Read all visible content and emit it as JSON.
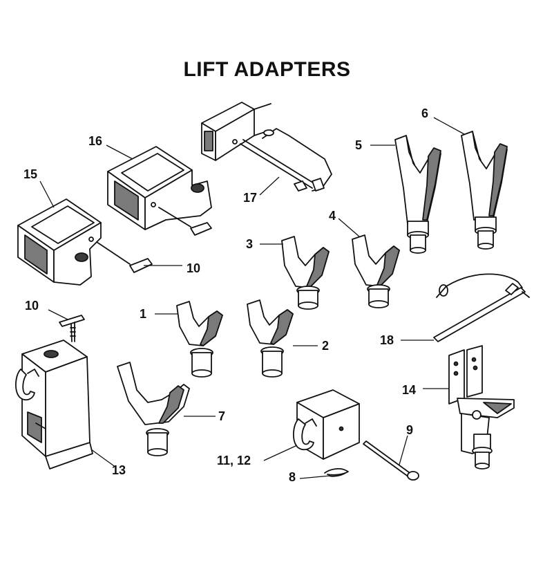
{
  "title": "LIFT ADAPTERS",
  "callouts": {
    "c1": "1",
    "c2": "2",
    "c3": "3",
    "c4": "4",
    "c5": "5",
    "c6": "6",
    "c7": "7",
    "c8": "8",
    "c9": "9",
    "c10a": "10",
    "c10b": "10",
    "c11_12": "11, 12",
    "c13": "13",
    "c14": "14",
    "c15": "15",
    "c16": "16",
    "c17": "17",
    "c18": "18"
  },
  "colors": {
    "ink": "#111111",
    "shade": "#7a7a7a",
    "paper": "#ffffff"
  }
}
